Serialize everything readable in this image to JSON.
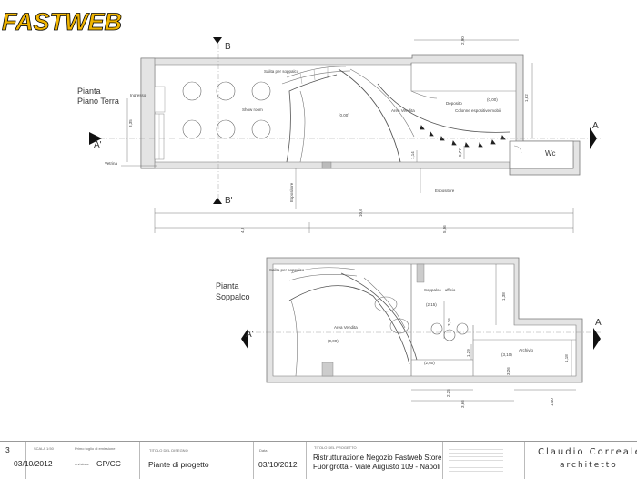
{
  "logo": {
    "text": "FASTWEB",
    "color": "#f0b400"
  },
  "plan_ground": {
    "title_line1": "Pianta",
    "title_line2": "Piano Terra",
    "rooms": {
      "ingresso": "Ingresso",
      "show_room": "Show room",
      "salita": "Salita per soppalco",
      "area_vendita": "Area Vendita",
      "deposito": "Deposito",
      "colonne": "Colonne espositive mobili",
      "wc": "Wc",
      "vetrina": "Vetrina",
      "espositore_left": "Espositore",
      "espositore_right": "Espositore"
    },
    "levels": {
      "area_vendita": "(0,00)",
      "deposito": "(0,00)"
    },
    "dims": {
      "overall": "10,6",
      "left": "4,8",
      "right": "5,36",
      "top": "2,90",
      "left_h": "3,35",
      "right_h": "1,62",
      "mid1": "1,14",
      "mid2": "0,77"
    },
    "sections": {
      "b_top": "B",
      "b_bottom": "B'",
      "a_left": "A'",
      "a_right": "A"
    }
  },
  "plan_mezzanine": {
    "title_line1": "Pianta",
    "title_line2": "Soppalco",
    "rooms": {
      "salita": "Salita per soppalco",
      "area_vendita": "Area Vendita",
      "ufficio": "Soppalco - ufficio",
      "archivio": "Archivio"
    },
    "levels": {
      "area_vendita": "(0,00)",
      "ufficio": "(2,15)",
      "archivio": "(3,10)",
      "lower": "(2,60)"
    },
    "dims": {
      "bottom1": "2,25",
      "bottom2": "3,66",
      "bottom3": "1,40",
      "h1": "3,26",
      "h2": "1,38",
      "h3": "1,29",
      "h4": "1,18",
      "h5": "3,26"
    },
    "sections": {
      "a_left": "A'",
      "a_right": "A"
    }
  },
  "title_block": {
    "sheet_number": "3",
    "scale_label": "SCALA 1:50",
    "emission_label": "Primo foglio di emissione",
    "date_left": "03/10/2012",
    "revision_label": "revisione",
    "revision_value": "GP/CC",
    "drawing_title_label": "TITOLO DEL DISEGNO",
    "drawing_title": "Piante di progetto",
    "date_label": "Data",
    "date": "03/10/2012",
    "project_label": "TITOLO DEL PROGETTO",
    "project_line1": "Ristrutturazione Negozio Fastweb Store",
    "project_line2": "Fuorigrotta - Viale Augusto 109 - Napoli",
    "architect_name": "Claudio Correale",
    "architect_role": "architetto"
  }
}
